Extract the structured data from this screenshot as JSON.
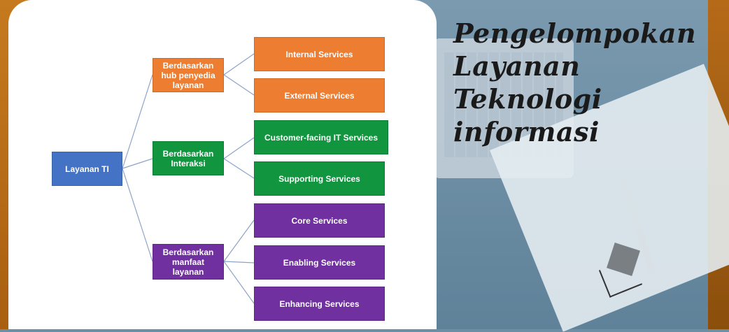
{
  "title": {
    "line1": "Pengelompokan",
    "line2": "Layanan Teknologi",
    "line3": "informasi"
  },
  "diagram": {
    "root": "Layanan TI",
    "groups": [
      {
        "label": "Berdasarkan hub penyedia layanan",
        "color": "#ed7d31",
        "children": [
          "Internal Services",
          "External Services"
        ]
      },
      {
        "label": "Berdasarkan Interaksi",
        "color": "#12953f",
        "children": [
          "Customer-facing IT Services",
          "Supporting Services"
        ]
      },
      {
        "label": "Berdasarkan manfaat layanan",
        "color": "#7030a0",
        "children": [
          "Core Services",
          "Enabling Services",
          "Enhancing Services"
        ]
      }
    ]
  },
  "colors": {
    "root": "#4472c4",
    "connector": "#8ea3c8"
  }
}
